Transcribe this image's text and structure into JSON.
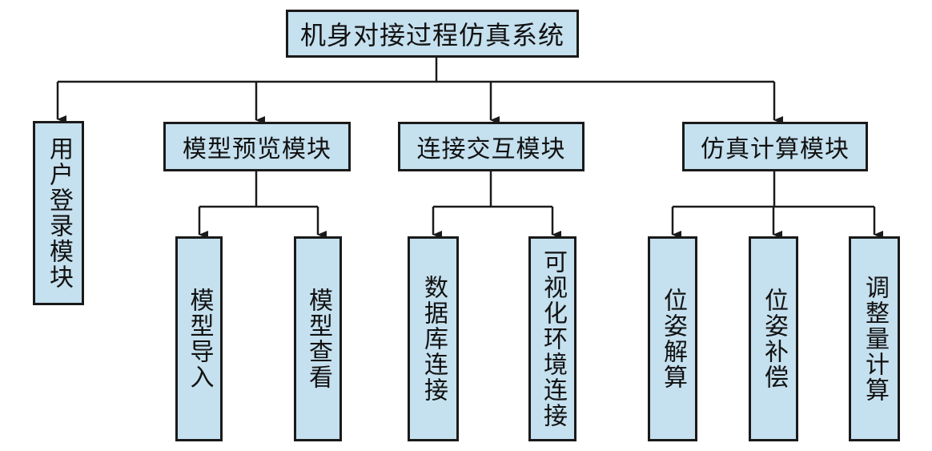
{
  "root": {
    "label": "机身对接过程仿真系统"
  },
  "modules": {
    "login": {
      "label": "用户登录模块"
    },
    "preview": {
      "label": "模型预览模块"
    },
    "connect": {
      "label": "连接交互模块"
    },
    "simulation": {
      "label": "仿真计算模块"
    }
  },
  "submodules": {
    "model_import": {
      "label": "模型导入"
    },
    "model_view": {
      "label": "模型查看"
    },
    "db_connect": {
      "label": "数据库连接"
    },
    "vis_connect": {
      "label": "可视化环境连接"
    },
    "pose_solve": {
      "label": "位姿解算"
    },
    "pose_comp": {
      "label": "位姿补偿"
    },
    "adjust_calc": {
      "label": "调整量计算"
    }
  },
  "colors": {
    "box_fill": "#c5e0ee",
    "box_border": "#1a1a1a",
    "connector": "#1a1a1a"
  }
}
